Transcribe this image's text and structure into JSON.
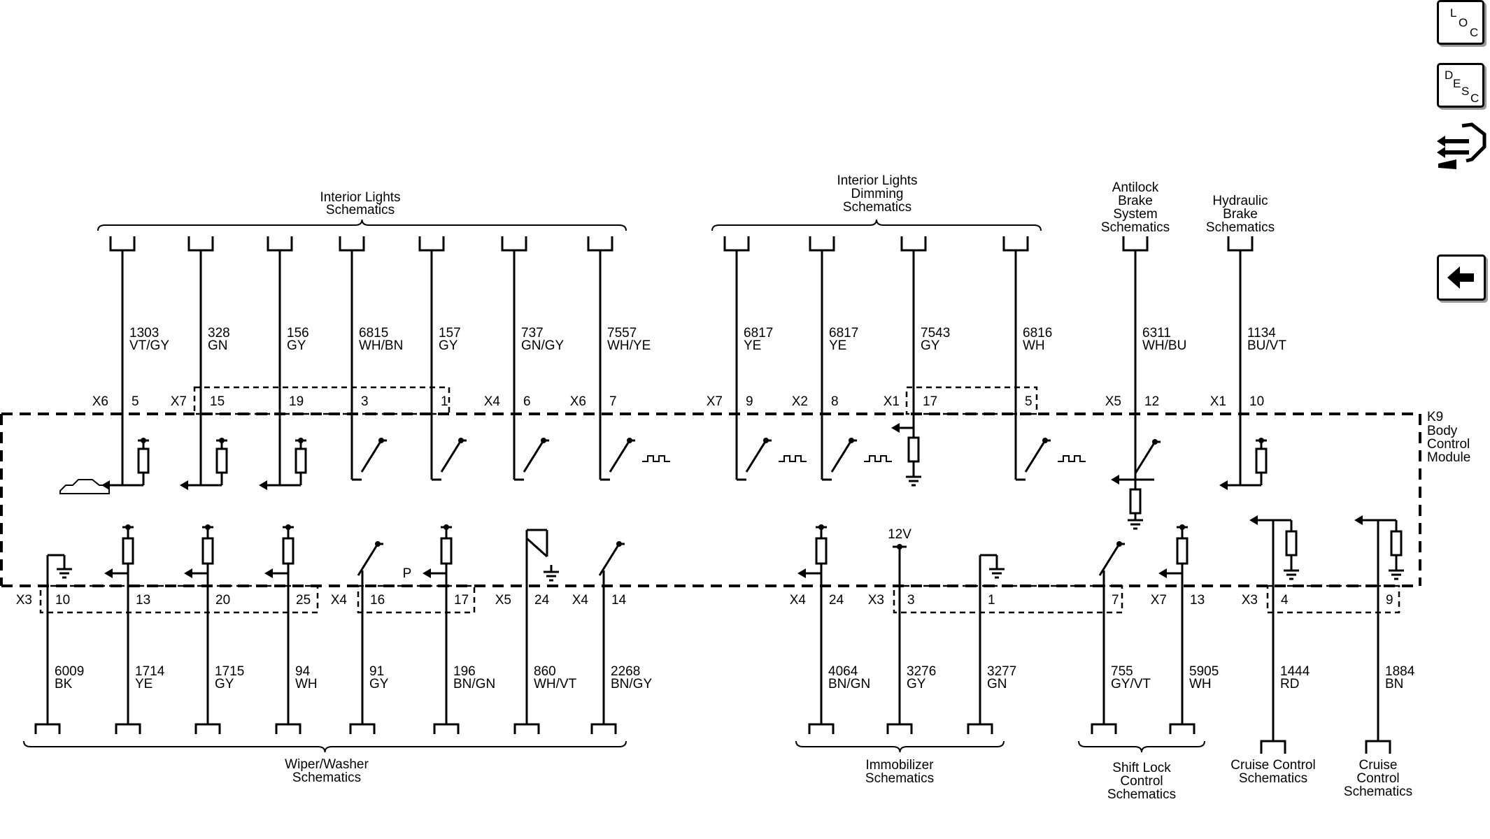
{
  "module": {
    "name": "K9",
    "line1": "Body",
    "line2": "Control",
    "line3": "Module"
  },
  "side_buttons": [
    {
      "name": "loc-button",
      "letters": [
        "L",
        "O",
        "C"
      ]
    },
    {
      "name": "desc-button",
      "letters": [
        "D",
        "E",
        "S",
        "C"
      ]
    }
  ],
  "top_groups": [
    {
      "lines": [
        "Interior Lights",
        "Schematics"
      ]
    },
    {
      "lines": [
        "Interior Lights",
        "Dimming",
        "Schematics"
      ]
    },
    {
      "lines": [
        "Antilock",
        "Brake",
        "System",
        "Schematics"
      ]
    },
    {
      "lines": [
        "Hydraulic",
        "Brake",
        "Schematics"
      ]
    }
  ],
  "bottom_groups": [
    {
      "lines": [
        "Wiper/Washer",
        "Schematics"
      ]
    },
    {
      "lines": [
        "Immobilizer",
        "Schematics"
      ]
    },
    {
      "lines": [
        "Shift Lock",
        "Control",
        "Schematics"
      ]
    },
    {
      "lines": [
        "Cruise Control",
        "Schematics"
      ]
    },
    {
      "lines": [
        "Cruise",
        "Control",
        "Schematics"
      ]
    }
  ],
  "top_circuits": [
    {
      "connector": "X6",
      "pin": "5",
      "circuit": "1303",
      "color": "VT/GY"
    },
    {
      "connector": "X7",
      "pin": "15",
      "circuit": "328",
      "color": "GN"
    },
    {
      "connector": "",
      "pin": "19",
      "circuit": "156",
      "color": "GY"
    },
    {
      "connector": "",
      "pin": "3",
      "circuit": "6815",
      "color": "WH/BN"
    },
    {
      "connector": "",
      "pin": "1",
      "circuit": "157",
      "color": "GY"
    },
    {
      "connector": "X4",
      "pin": "6",
      "circuit": "737",
      "color": "GN/GY"
    },
    {
      "connector": "X6",
      "pin": "7",
      "circuit": "7557",
      "color": "WH/YE"
    },
    {
      "connector": "X7",
      "pin": "9",
      "circuit": "6817",
      "color": "YE"
    },
    {
      "connector": "X2",
      "pin": "8",
      "circuit": "6817",
      "color": "YE"
    },
    {
      "connector": "X1",
      "pin": "17",
      "circuit": "7543",
      "color": "GY"
    },
    {
      "connector": "",
      "pin": "5",
      "circuit": "6816",
      "color": "WH"
    },
    {
      "connector": "X5",
      "pin": "12",
      "circuit": "6311",
      "color": "WH/BU"
    },
    {
      "connector": "X1",
      "pin": "10",
      "circuit": "1134",
      "color": "BU/VT"
    }
  ],
  "bottom_circuits": [
    {
      "connector": "X3",
      "pin": "10",
      "circuit": "6009",
      "color": "BK"
    },
    {
      "connector": "",
      "pin": "13",
      "circuit": "1714",
      "color": "YE"
    },
    {
      "connector": "",
      "pin": "20",
      "circuit": "1715",
      "color": "GY"
    },
    {
      "connector": "",
      "pin": "25",
      "circuit": "94",
      "color": "WH"
    },
    {
      "connector": "X4",
      "pin": "16",
      "circuit": "91",
      "color": "GY"
    },
    {
      "connector": "",
      "pin": "17",
      "circuit": "196",
      "color": "BN/GN"
    },
    {
      "connector": "X5",
      "pin": "24",
      "circuit": "860",
      "color": "WH/VT"
    },
    {
      "connector": "X4",
      "pin": "14",
      "circuit": "2268",
      "color": "BN/GY"
    },
    {
      "connector": "X4",
      "pin": "24",
      "circuit": "4064",
      "color": "BN/GN"
    },
    {
      "connector": "X3",
      "pin": "3",
      "circuit": "3276",
      "color": "GY"
    },
    {
      "connector": "",
      "pin": "1",
      "circuit": "3277",
      "color": "GN"
    },
    {
      "connector": "",
      "pin": "7",
      "circuit": "755",
      "color": "GY/VT"
    },
    {
      "connector": "X7",
      "pin": "13",
      "circuit": "5905",
      "color": "WH"
    },
    {
      "connector": "X3",
      "pin": "4",
      "circuit": "1444",
      "color": "RD"
    },
    {
      "connector": "",
      "pin": "9",
      "circuit": "1884",
      "color": "BN"
    }
  ],
  "internal_labels": {
    "voltage": "12V",
    "park": "P"
  }
}
